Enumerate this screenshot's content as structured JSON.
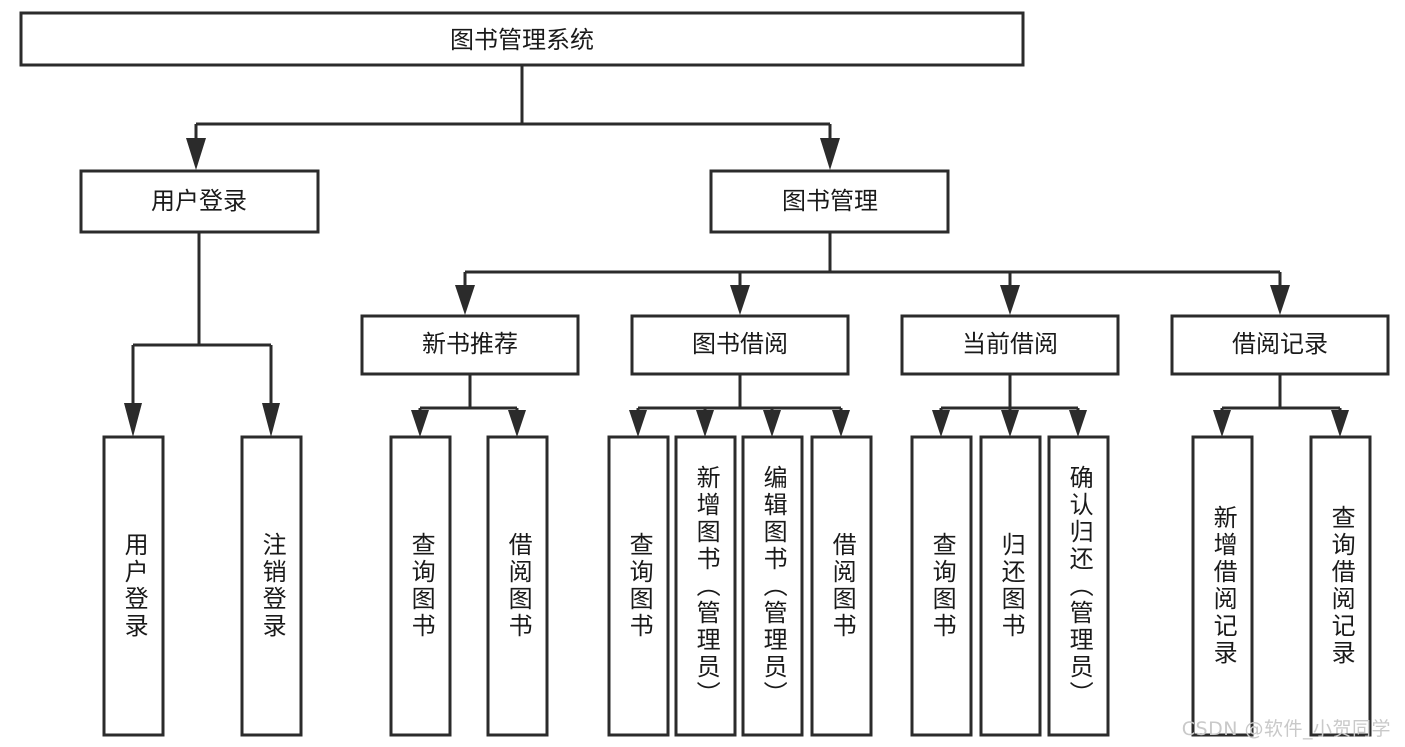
{
  "diagram": {
    "title": "图书管理系统",
    "type": "tree",
    "watermark": "CSDN @软件_小贺同学",
    "colors": {
      "box_stroke": "#2b2b2b",
      "box_fill": "#ffffff",
      "text": "#1a1a1a",
      "connector": "#2b2b2b",
      "background": "#ffffff",
      "watermark": "#c9c9c9"
    },
    "root": {
      "id": "root",
      "label": "图书管理系统"
    },
    "level2": [
      {
        "id": "user-login",
        "label": "用户登录"
      },
      {
        "id": "book-manage",
        "label": "图书管理"
      }
    ],
    "level3": [
      {
        "id": "new-book-rec",
        "label": "新书推荐",
        "parent": "book-manage"
      },
      {
        "id": "book-borrow",
        "label": "图书借阅",
        "parent": "book-manage"
      },
      {
        "id": "current-borrow",
        "label": "当前借阅",
        "parent": "book-manage"
      },
      {
        "id": "borrow-record",
        "label": "借阅记录",
        "parent": "book-manage"
      }
    ],
    "leaves": [
      {
        "id": "leaf-user-login",
        "label": "用户登录",
        "parent": "user-login"
      },
      {
        "id": "leaf-logout",
        "label": "注销登录",
        "parent": "user-login"
      },
      {
        "id": "leaf-query-book-rec",
        "label": "查询图书",
        "parent": "new-book-rec"
      },
      {
        "id": "leaf-borrow-book-rec",
        "label": "借阅图书",
        "parent": "new-book-rec"
      },
      {
        "id": "leaf-query-book-borrow",
        "label": "查询图书",
        "parent": "book-borrow"
      },
      {
        "id": "leaf-add-book",
        "label": "新增图书（管理员）",
        "parent": "book-borrow"
      },
      {
        "id": "leaf-edit-book",
        "label": "编辑图书（管理员）",
        "parent": "book-borrow"
      },
      {
        "id": "leaf-borrow-book",
        "label": "借阅图书",
        "parent": "book-borrow"
      },
      {
        "id": "leaf-query-book-cur",
        "label": "查询图书",
        "parent": "current-borrow"
      },
      {
        "id": "leaf-return-book",
        "label": "归还图书",
        "parent": "current-borrow"
      },
      {
        "id": "leaf-confirm-return",
        "label": "确认归还（管理员）",
        "parent": "current-borrow"
      },
      {
        "id": "leaf-add-record",
        "label": "新增借阅记录",
        "parent": "borrow-record"
      },
      {
        "id": "leaf-query-record",
        "label": "查询借阅记录",
        "parent": "borrow-record"
      }
    ]
  }
}
